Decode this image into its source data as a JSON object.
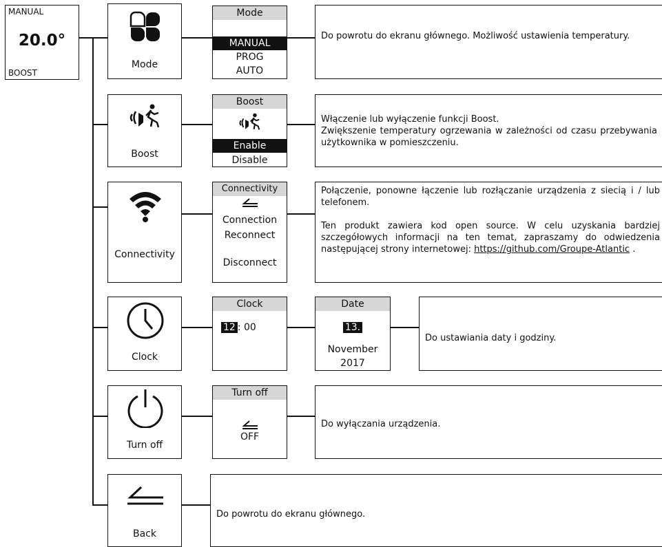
{
  "home": {
    "mode": "MANUAL",
    "temperature": "20.0°",
    "boost": "BOOST"
  },
  "rows": {
    "mode": {
      "label": "Mode",
      "screen_title": "Mode",
      "options": [
        "MANUAL",
        "PROG",
        "AUTO"
      ],
      "selected": "MANUAL",
      "description": "Do powrotu do ekranu głównego. Możliwość ustawienia temperatury."
    },
    "boost": {
      "label": "Boost",
      "screen_title": "Boost",
      "options": [
        "Enable",
        "Disable"
      ],
      "selected": "Enable",
      "description_lines": [
        "Włączenie lub wyłączenie funkcji Boost.",
        "Zwiększenie temperatury ogrzewania w zależności od czasu przebywania użytkownika w pomieszczeniu."
      ]
    },
    "connectivity": {
      "label": "Connectivity",
      "screen_title": "Connectivity",
      "options": [
        "Connection",
        "Reconnect",
        "Disconnect"
      ],
      "description_para1": "Połączenie, ponowne łączenie lub rozłączanie urządzenia z siecią i / lub telefonem.",
      "description_para2": "Ten produkt zawiera kod open source. W celu uzyskania bardziej szczegółowych informacji na ten temat, zapraszamy do odwiedzenia następującej strony internetowej:",
      "link": "https://github.com/Groupe-Atlantic",
      "link_suffix": " ."
    },
    "clock": {
      "label": "Clock",
      "screen_title": "Clock",
      "hour": "12",
      "separator": ":",
      "minute": "00",
      "date_title": "Date",
      "day": "13.",
      "month": "November",
      "year": "2017",
      "description": "Do ustawiania daty i godziny."
    },
    "turnoff": {
      "label": "Turn off",
      "screen_title": "Turn off",
      "option": "OFF",
      "description": "Do wyłączania urządzenia."
    },
    "back": {
      "label": "Back",
      "description": "Do powrotu do ekranu głównego."
    }
  }
}
